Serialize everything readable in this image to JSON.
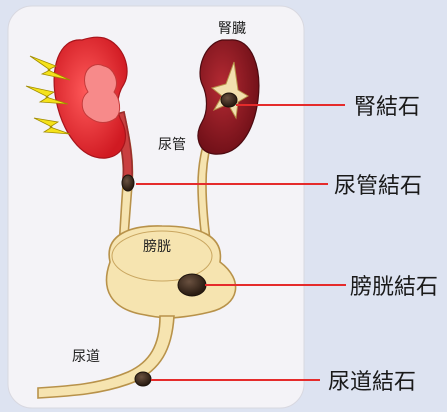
{
  "organ_labels": {
    "kidney": "腎臓",
    "ureter": "尿管",
    "bladder": "膀胱",
    "urethra": "尿道"
  },
  "stone_callouts": {
    "kidney_stone": "腎結石",
    "ureter_stone": "尿管結石",
    "bladder_stone": "膀胱結石",
    "urethra_stone": "尿道結石"
  },
  "colors": {
    "background": "#dde3f1",
    "panel": "#f4f3f7",
    "left_kidney": "#e8242c",
    "right_kidney": "#8c1620",
    "urinary_tract": "#f6e4b0",
    "stone": "#3b2a1d",
    "callout_line": "#e52b2b",
    "pain_bolt": "#f5e21a"
  }
}
